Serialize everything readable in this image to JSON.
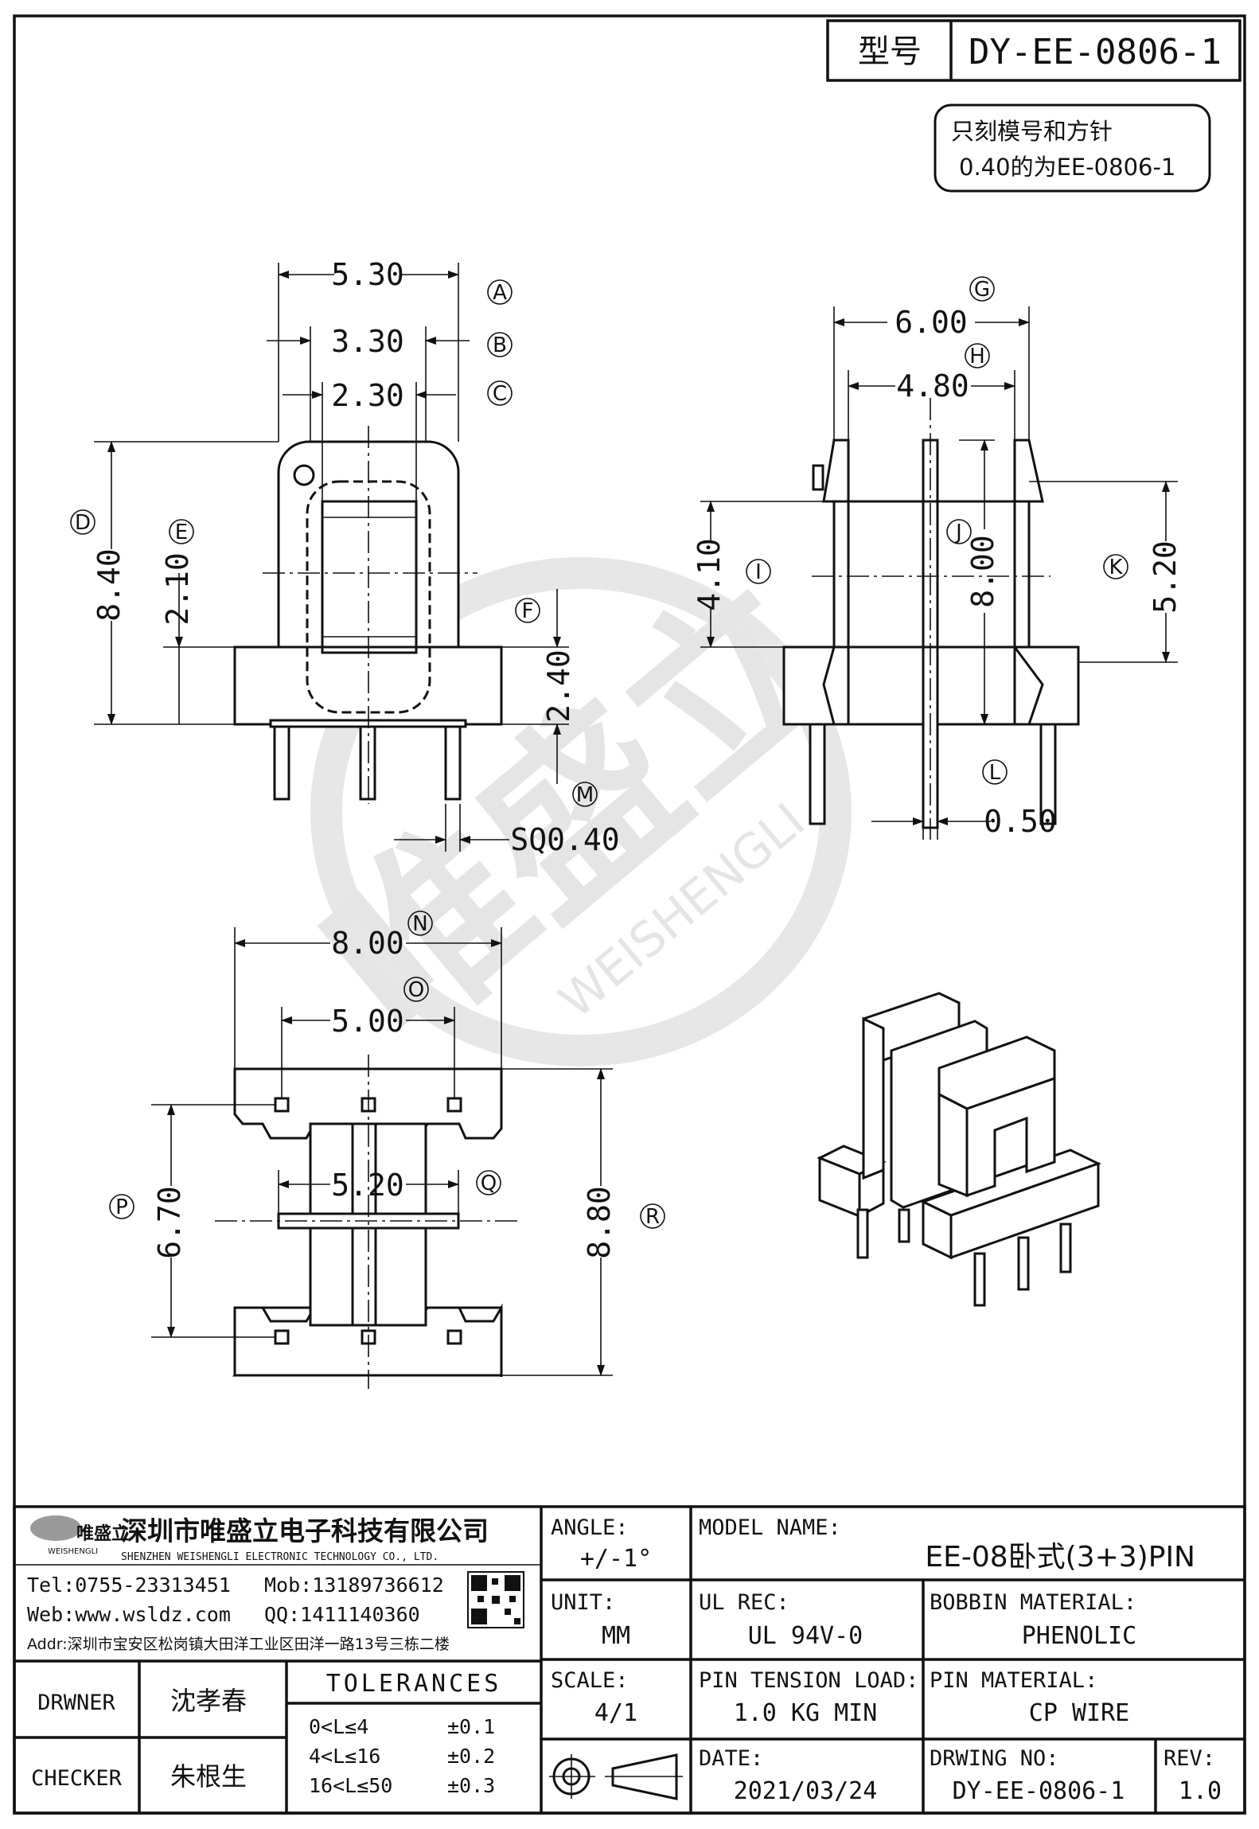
{
  "title_block": {
    "model_label": "型号",
    "model_number": "DY-EE-0806-1"
  },
  "note": {
    "line1": "只刻模号和方针",
    "line2": "0.40的为EE-0806-1"
  },
  "watermark": {
    "brand": "唯盛立",
    "brand_en": "WEISHENGLI"
  },
  "front_view": {
    "dim_a": "5.30",
    "dim_b": "3.30",
    "dim_c": "2.30",
    "dim_d": "8.40",
    "dim_e": "2.10",
    "dim_f": "2.40",
    "dim_m": "SQ0.40",
    "label_a": "A",
    "label_b": "B",
    "label_c": "C",
    "label_d": "D",
    "label_e": "E",
    "label_f": "F",
    "label_m": "M"
  },
  "side_view": {
    "dim_g": "6.00",
    "dim_h": "4.80",
    "dim_i": "4.10",
    "dim_j": "8.00",
    "dim_k": "5.20",
    "dim_l": "0.50",
    "label_g": "G",
    "label_h": "H",
    "label_i": "I",
    "label_j": "J",
    "label_k": "K",
    "label_l": "L"
  },
  "top_view": {
    "dim_n": "8.00",
    "dim_o": "5.00",
    "dim_q": "5.20",
    "dim_p": "6.70",
    "dim_r": "8.80",
    "label_n": "N",
    "label_o": "O",
    "label_p": "P",
    "label_q": "Q",
    "label_r": "R"
  },
  "company": {
    "name_cn": "深圳市唯盛立电子科技有限公司",
    "name_en": "SHENZHEN WEISHENGLI ELECTRONIC TECHNOLOGY CO., LTD.",
    "logo_text": "唯盛立",
    "logo_sub": "WEISHENGLI",
    "tel": "Tel:0755-23313451",
    "mob": "Mob:13189736612",
    "web": "Web:www.wsldz.com",
    "qq": "QQ:1411140360",
    "addr": "Addr:深圳市宝安区松岗镇大田洋工业区田洋一路13号三栋二楼"
  },
  "fields": {
    "angle_label": "ANGLE:",
    "angle_value": "+/-1°",
    "model_name_label": "MODEL NAME:",
    "model_name_value": "EE-08卧式(3+3)PIN",
    "unit_label": "UNIT:",
    "unit_value": "MM",
    "ul_label": "UL REC:",
    "ul_value": "UL 94V-0",
    "bobbin_label": "BOBBIN MATERIAL:",
    "bobbin_value": "PHENOLIC",
    "scale_label": "SCALE:",
    "scale_value": "4/1",
    "tension_label": "PIN TENSION LOAD:",
    "tension_value": "1.0 KG MIN",
    "pin_mat_label": "PIN MATERIAL:",
    "pin_mat_value": "CP WIRE",
    "date_label": "DATE:",
    "date_value": "2021/03/24",
    "drwing_label": "DRWING NO:",
    "drwing_value": "DY-EE-0806-1",
    "rev_label": "REV:",
    "rev_value": "1.0",
    "drawer_label": "DRWNER",
    "drawer_value": "沈孝春",
    "checker_label": "CHECKER",
    "checker_value": "朱根生",
    "tolerances_label": "TOLERANCES",
    "tol_row1_range": "0<L≤4",
    "tol_row1_value": "±0.1",
    "tol_row2_range": "4<L≤16",
    "tol_row2_value": "±0.2",
    "tol_row3_range": "16<L≤50",
    "tol_row3_value": "±0.3"
  }
}
